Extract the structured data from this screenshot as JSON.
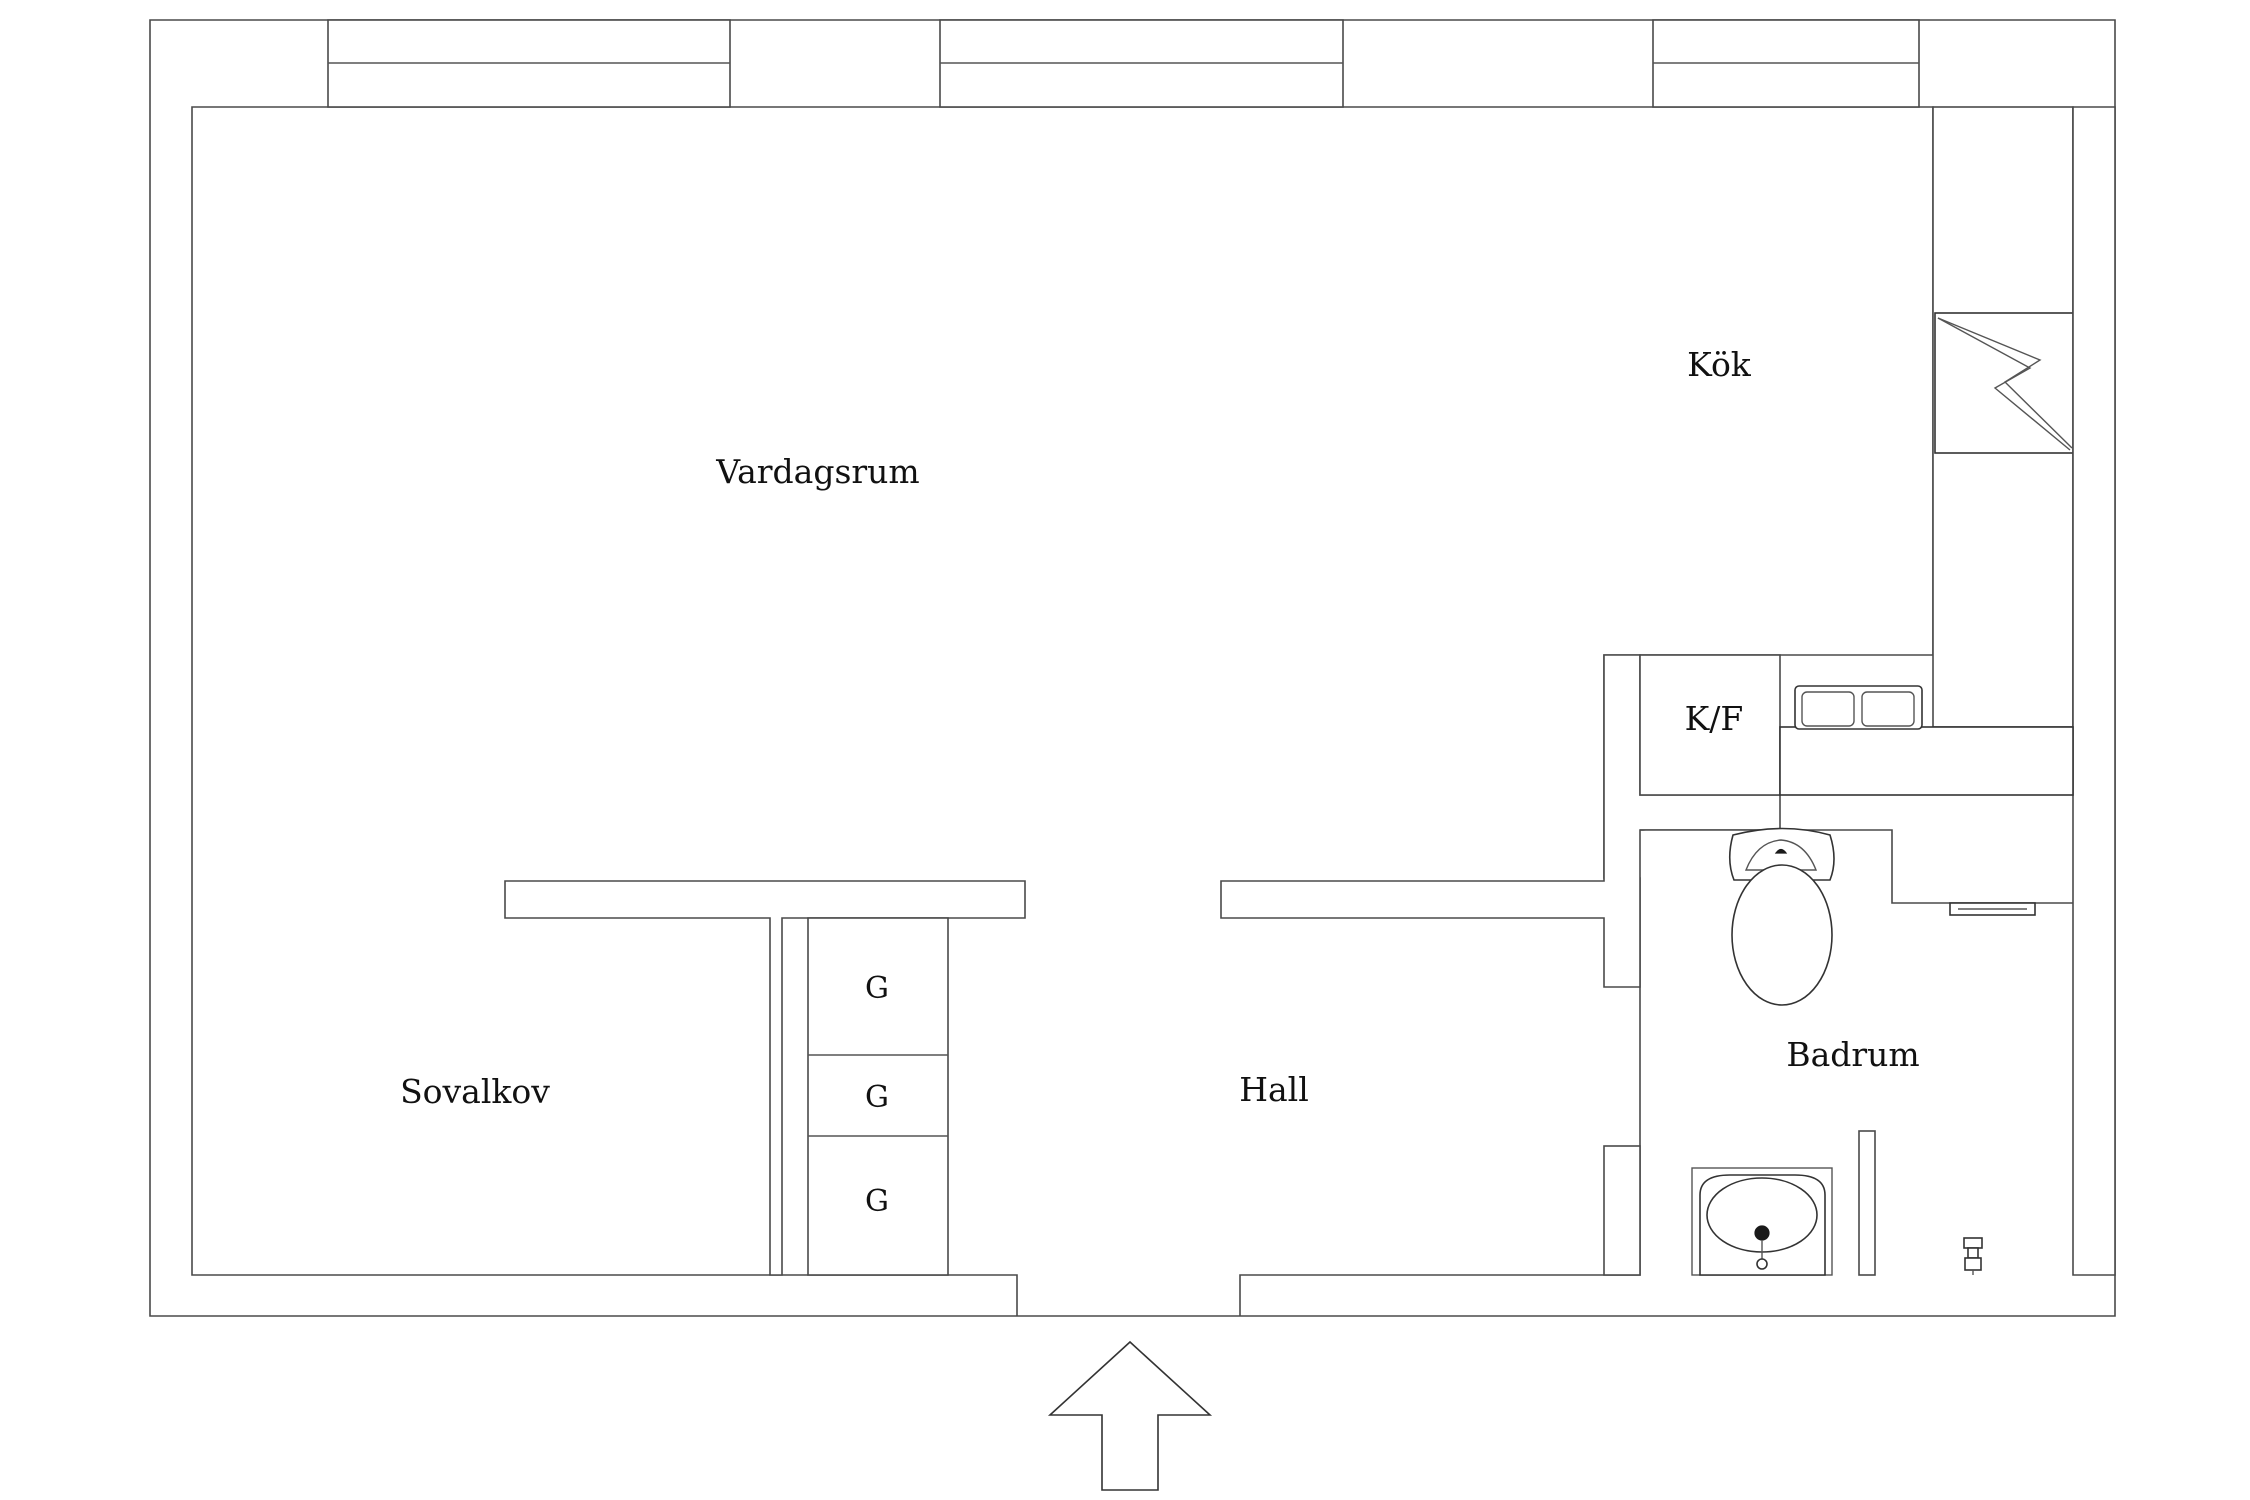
{
  "rooms": {
    "vardagsrum": "Vardagsrum",
    "kok": "Kök",
    "kf": "K/F",
    "sovalkov": "Sovalkov",
    "hall": "Hall",
    "badrum": "Badrum"
  },
  "closets": [
    "G",
    "G",
    "G"
  ],
  "icons": {
    "entrance": "entrance-arrow-icon",
    "toilet": "toilet-icon",
    "washbasin": "washbasin-icon",
    "sink": "kitchen-sink-icon",
    "stove": "stove-icon",
    "floor_drain": "floor-drain-icon",
    "shower_valve": "shower-valve-icon"
  }
}
